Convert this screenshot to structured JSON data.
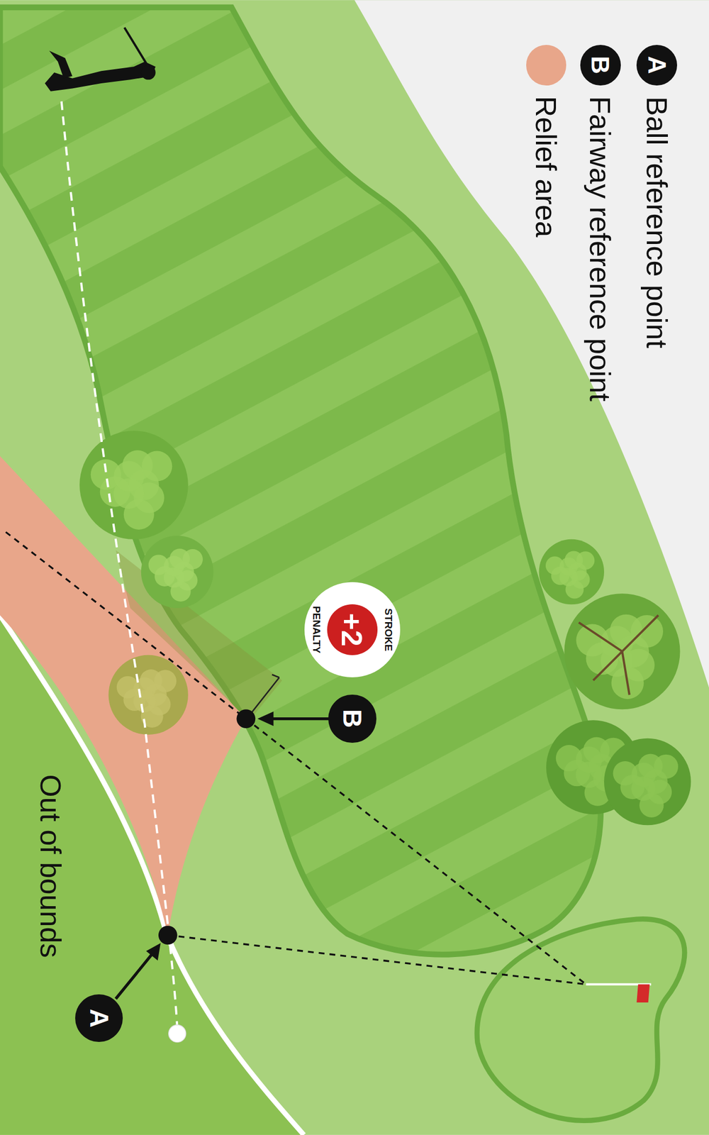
{
  "diagram": {
    "nodes": [
      {
        "text": [
          "STROKE",
          "+2",
          "PENALTY"
        ]
      },
      {
        "text": [
          "B"
        ]
      },
      {
        "text": [
          "A"
        ]
      }
    ],
    "labels": [
      "A",
      "B",
      "Out of bounds"
    ],
    "legend": [
      {
        "text": "Ball reference point"
      },
      {
        "text": "Fairway reference point"
      },
      {
        "text": "Relief area",
        "color": "#e8a68a"
      }
    ]
  }
}
